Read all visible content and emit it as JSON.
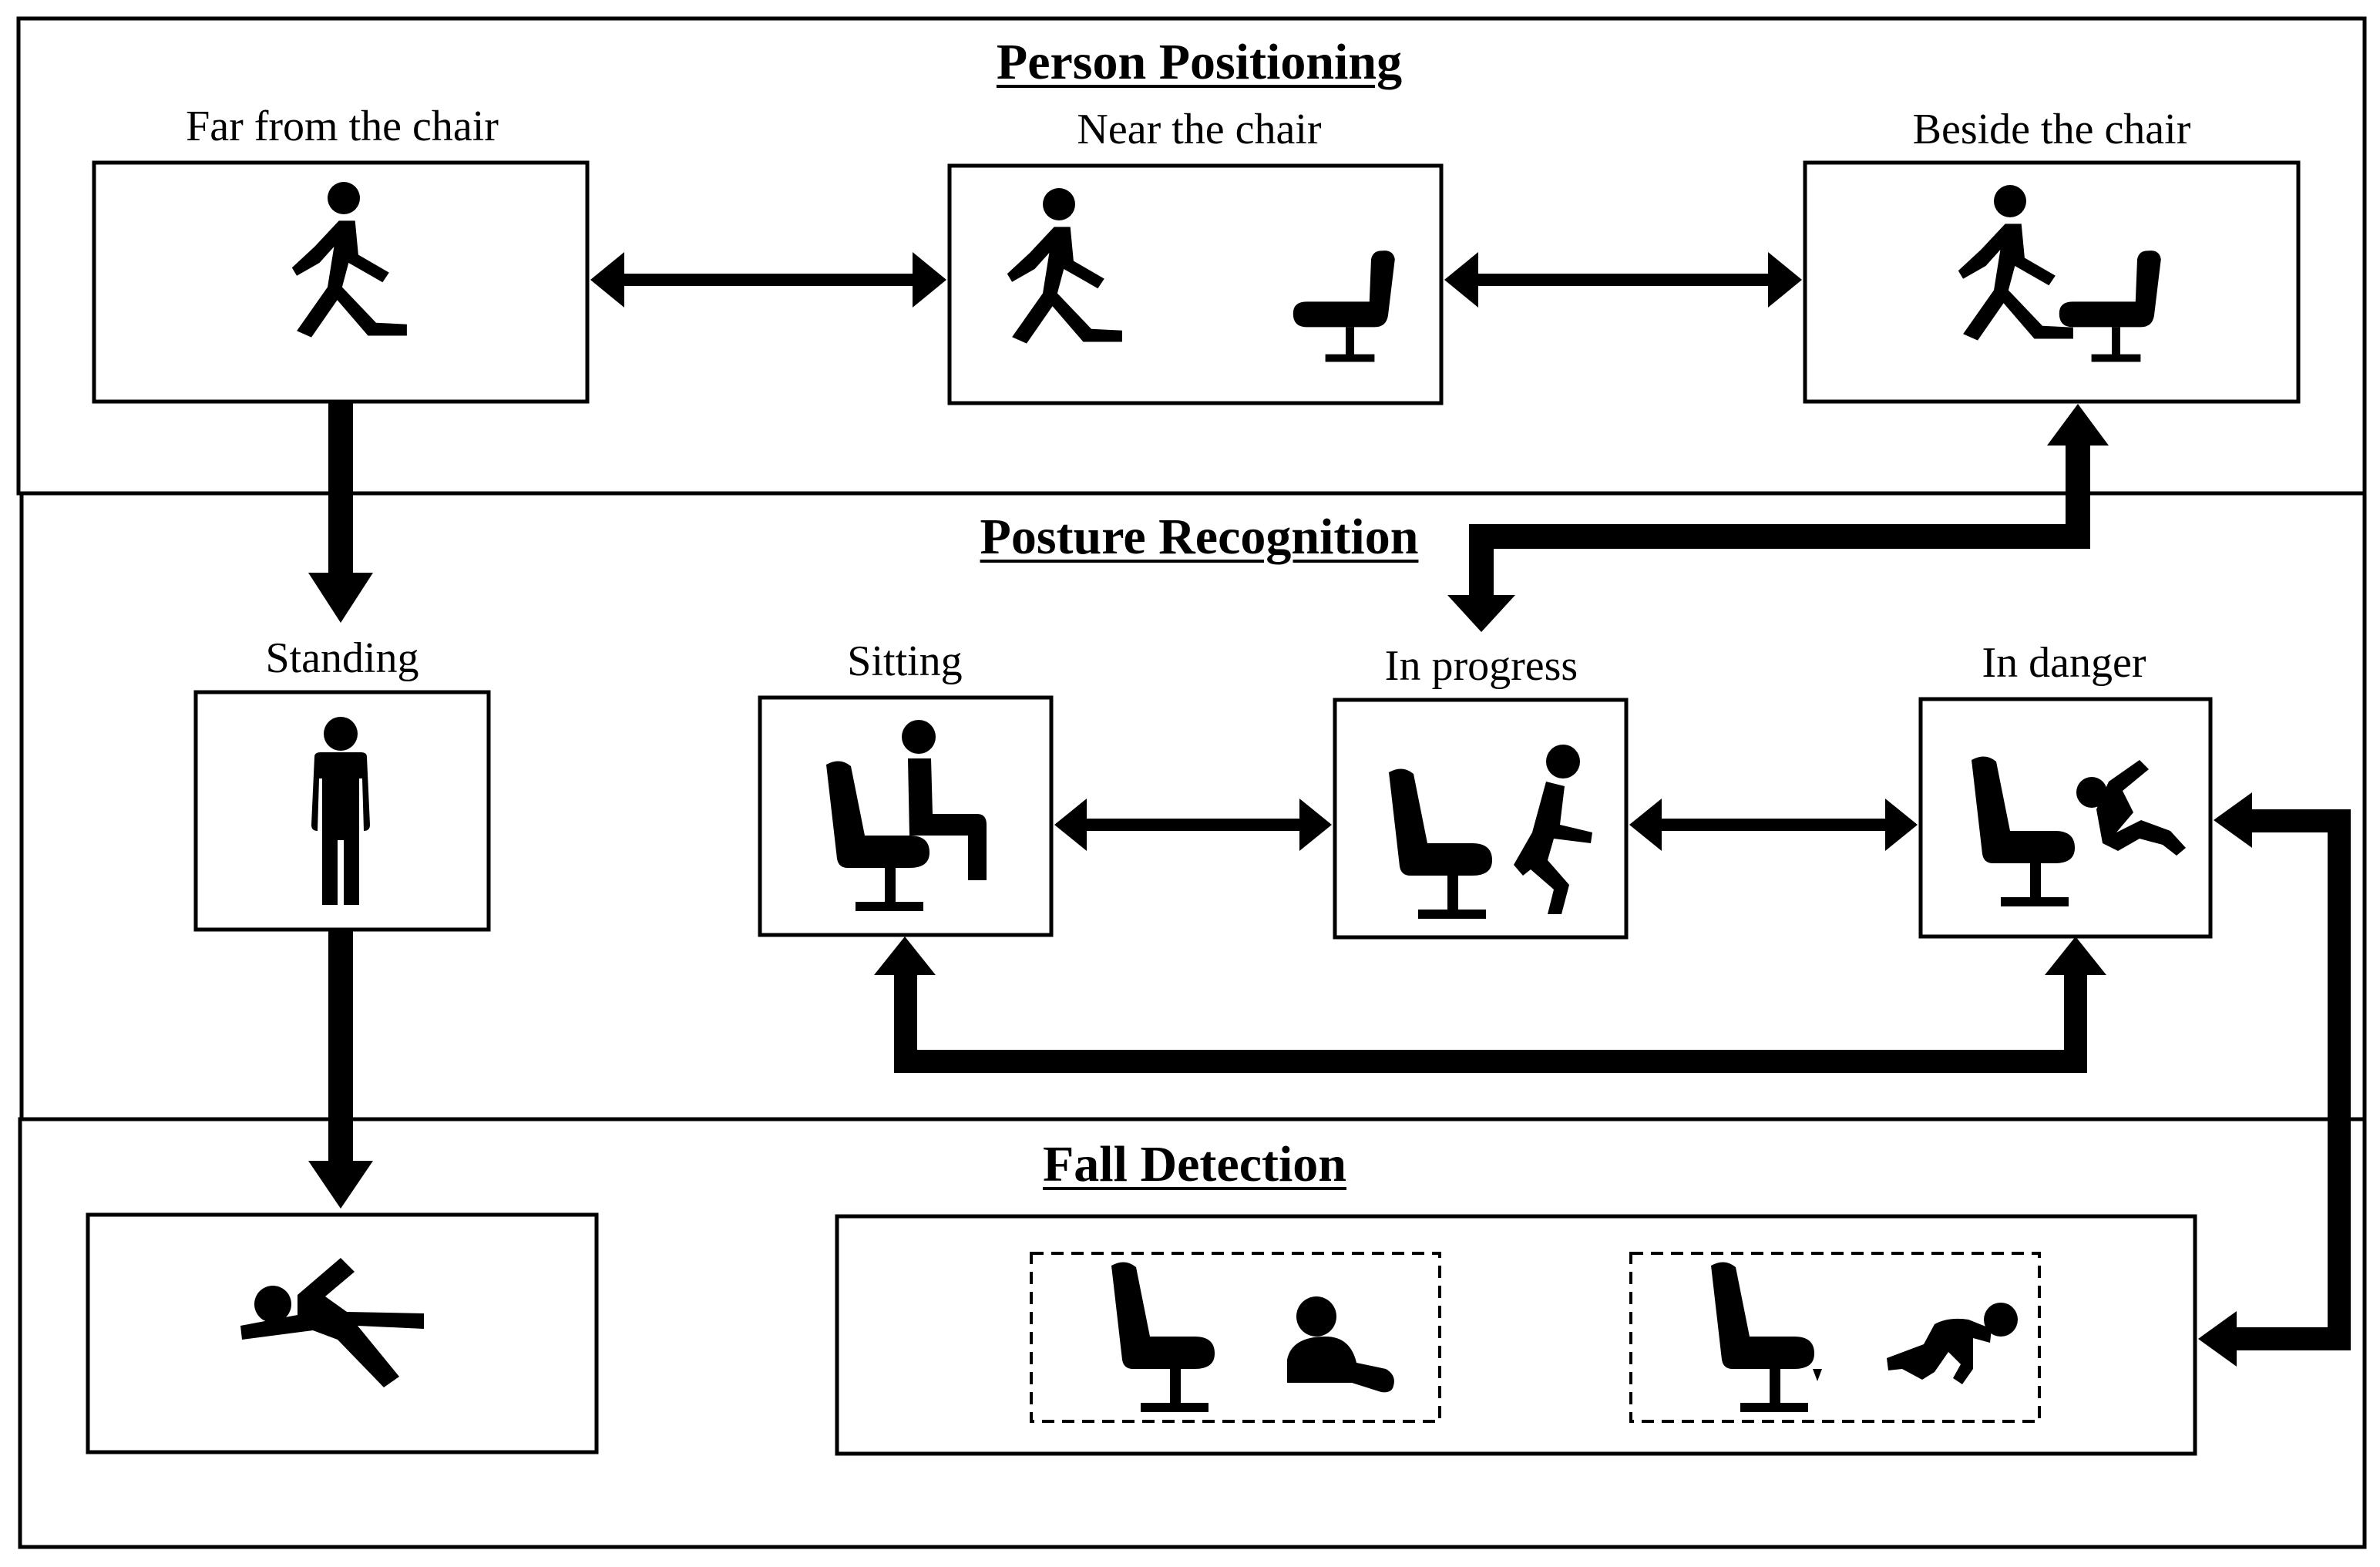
{
  "sections": {
    "positioning_title": "Person Positioning",
    "posture_title": "Posture Recognition",
    "fall_title": "Fall Detection"
  },
  "states": {
    "far": "Far from the chair",
    "near": "Near the chair",
    "beside": "Beside the chair",
    "standing": "Standing",
    "sitting": "Sitting",
    "in_progress": "In progress",
    "in_danger": "In danger"
  },
  "colors": {
    "ink": "#000000",
    "paper": "#ffffff"
  }
}
